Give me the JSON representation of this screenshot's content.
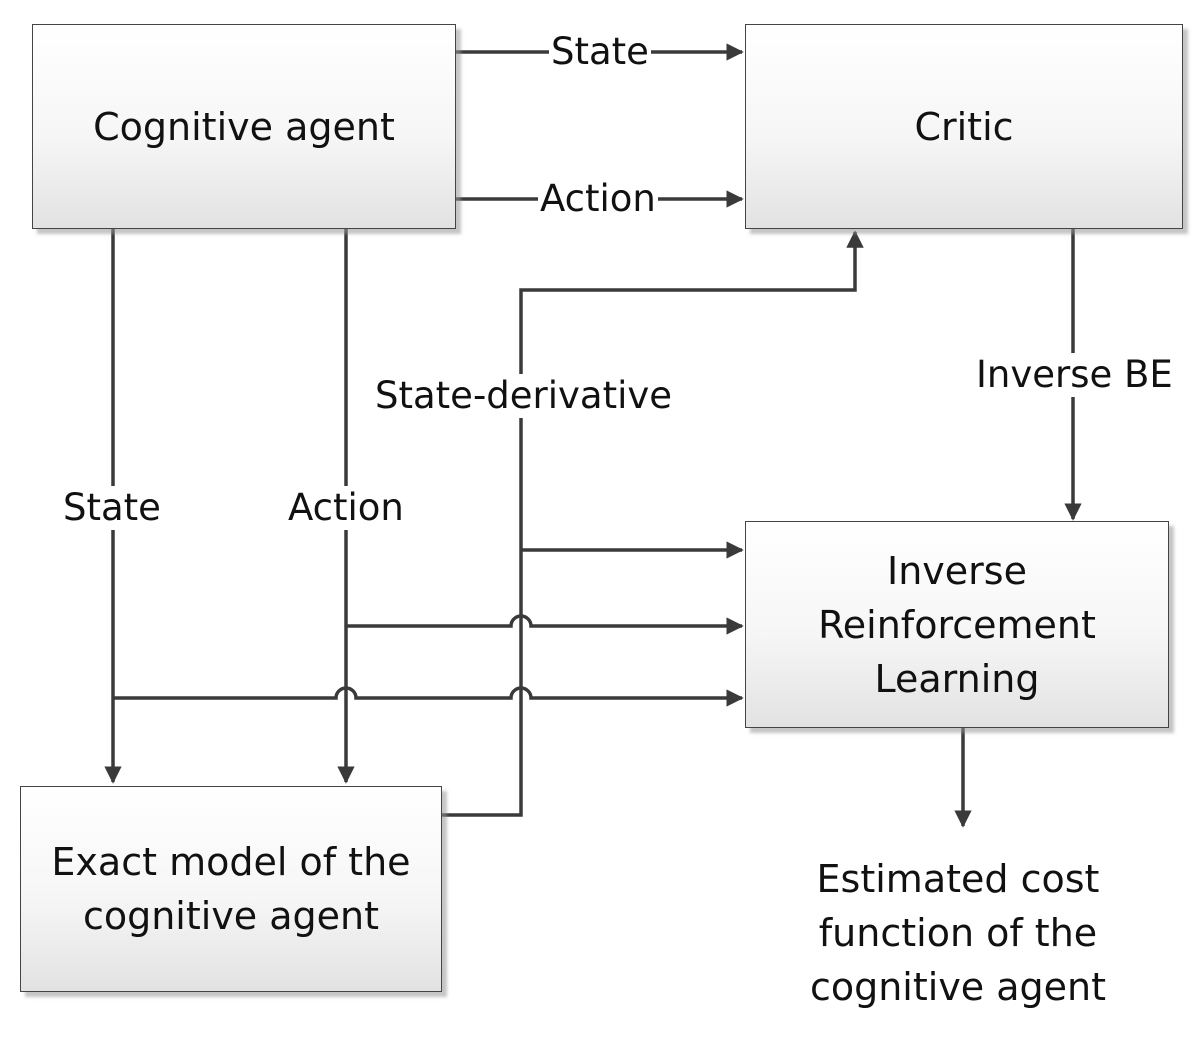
{
  "nodes": {
    "cognitive_agent": "Cognitive agent",
    "critic": "Critic",
    "irl": "Inverse\nReinforcement\nLearning",
    "exact_model": "Exact model of the\ncognitive agent"
  },
  "edges": {
    "state_top": "State",
    "action_top": "Action",
    "state_left": "State",
    "action_left": "Action",
    "state_derivative": "State-derivative",
    "inverse_be": "Inverse BE"
  },
  "output": {
    "estimated_cost": "Estimated cost\nfunction of the\ncognitive agent"
  },
  "colors": {
    "line": "#3a3a3a",
    "box_border": "#444444"
  }
}
